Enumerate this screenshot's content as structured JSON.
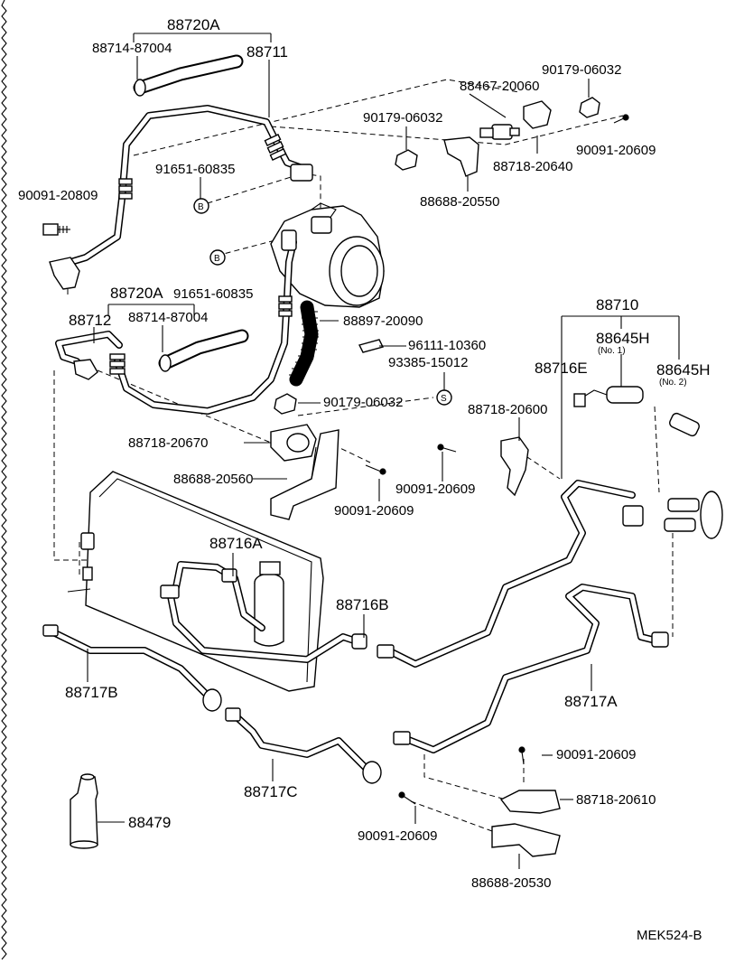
{
  "labels": {
    "hose_assy_top": "88720A",
    "hose_top": "88714-87004",
    "discharge_hose": "88711",
    "bolt_a": "90091-20809",
    "oring_b_top": "91651-60835",
    "mark_b_top": "B",
    "mark_b_mid": "B",
    "oring_b_mid": "91651-60835",
    "nut_top_right": "90179-06032",
    "pressure_sw_top": "88467-20060",
    "nut_top_mid": "90179-06032",
    "bolt_top_right": "90091-20609",
    "clamp_top": "88718-20640",
    "bracket_top": "88688-20550",
    "hose_assy_mid": "88720A",
    "hose_mid": "88714-87004",
    "suction_pipe": "88712",
    "drain_hose": "88897-20090",
    "clip": "96111-10360",
    "sealer_s": "93385-15012",
    "mark_s": "S",
    "nut_mid": "90179-06032",
    "clamp_mid": "88718-20670",
    "bracket_mid": "88688-20560",
    "bolt_mid": "90091-20609",
    "clamp_right": "88718-20600",
    "bolt_right": "90091-20609",
    "receiver_assy": "88716A",
    "liquid_tube_b": "88716B",
    "liquid_tube_e": "88716E",
    "pipe_assy": "88710",
    "switch_no1": "88645H",
    "switch_no1_note": "(No. 1)",
    "switch_no2": "88645H",
    "switch_no2_note": "(No. 2)",
    "tube_b": "88717B",
    "tube_a": "88717A",
    "tube_c": "88717C",
    "bolt_bottom_1": "90091-20609",
    "clamp_bottom": "88718-20610",
    "bolt_bottom_2": "90091-20609",
    "bracket_bottom": "88688-20530",
    "desiccant": "88479",
    "figure_code": "MEK524-B"
  }
}
